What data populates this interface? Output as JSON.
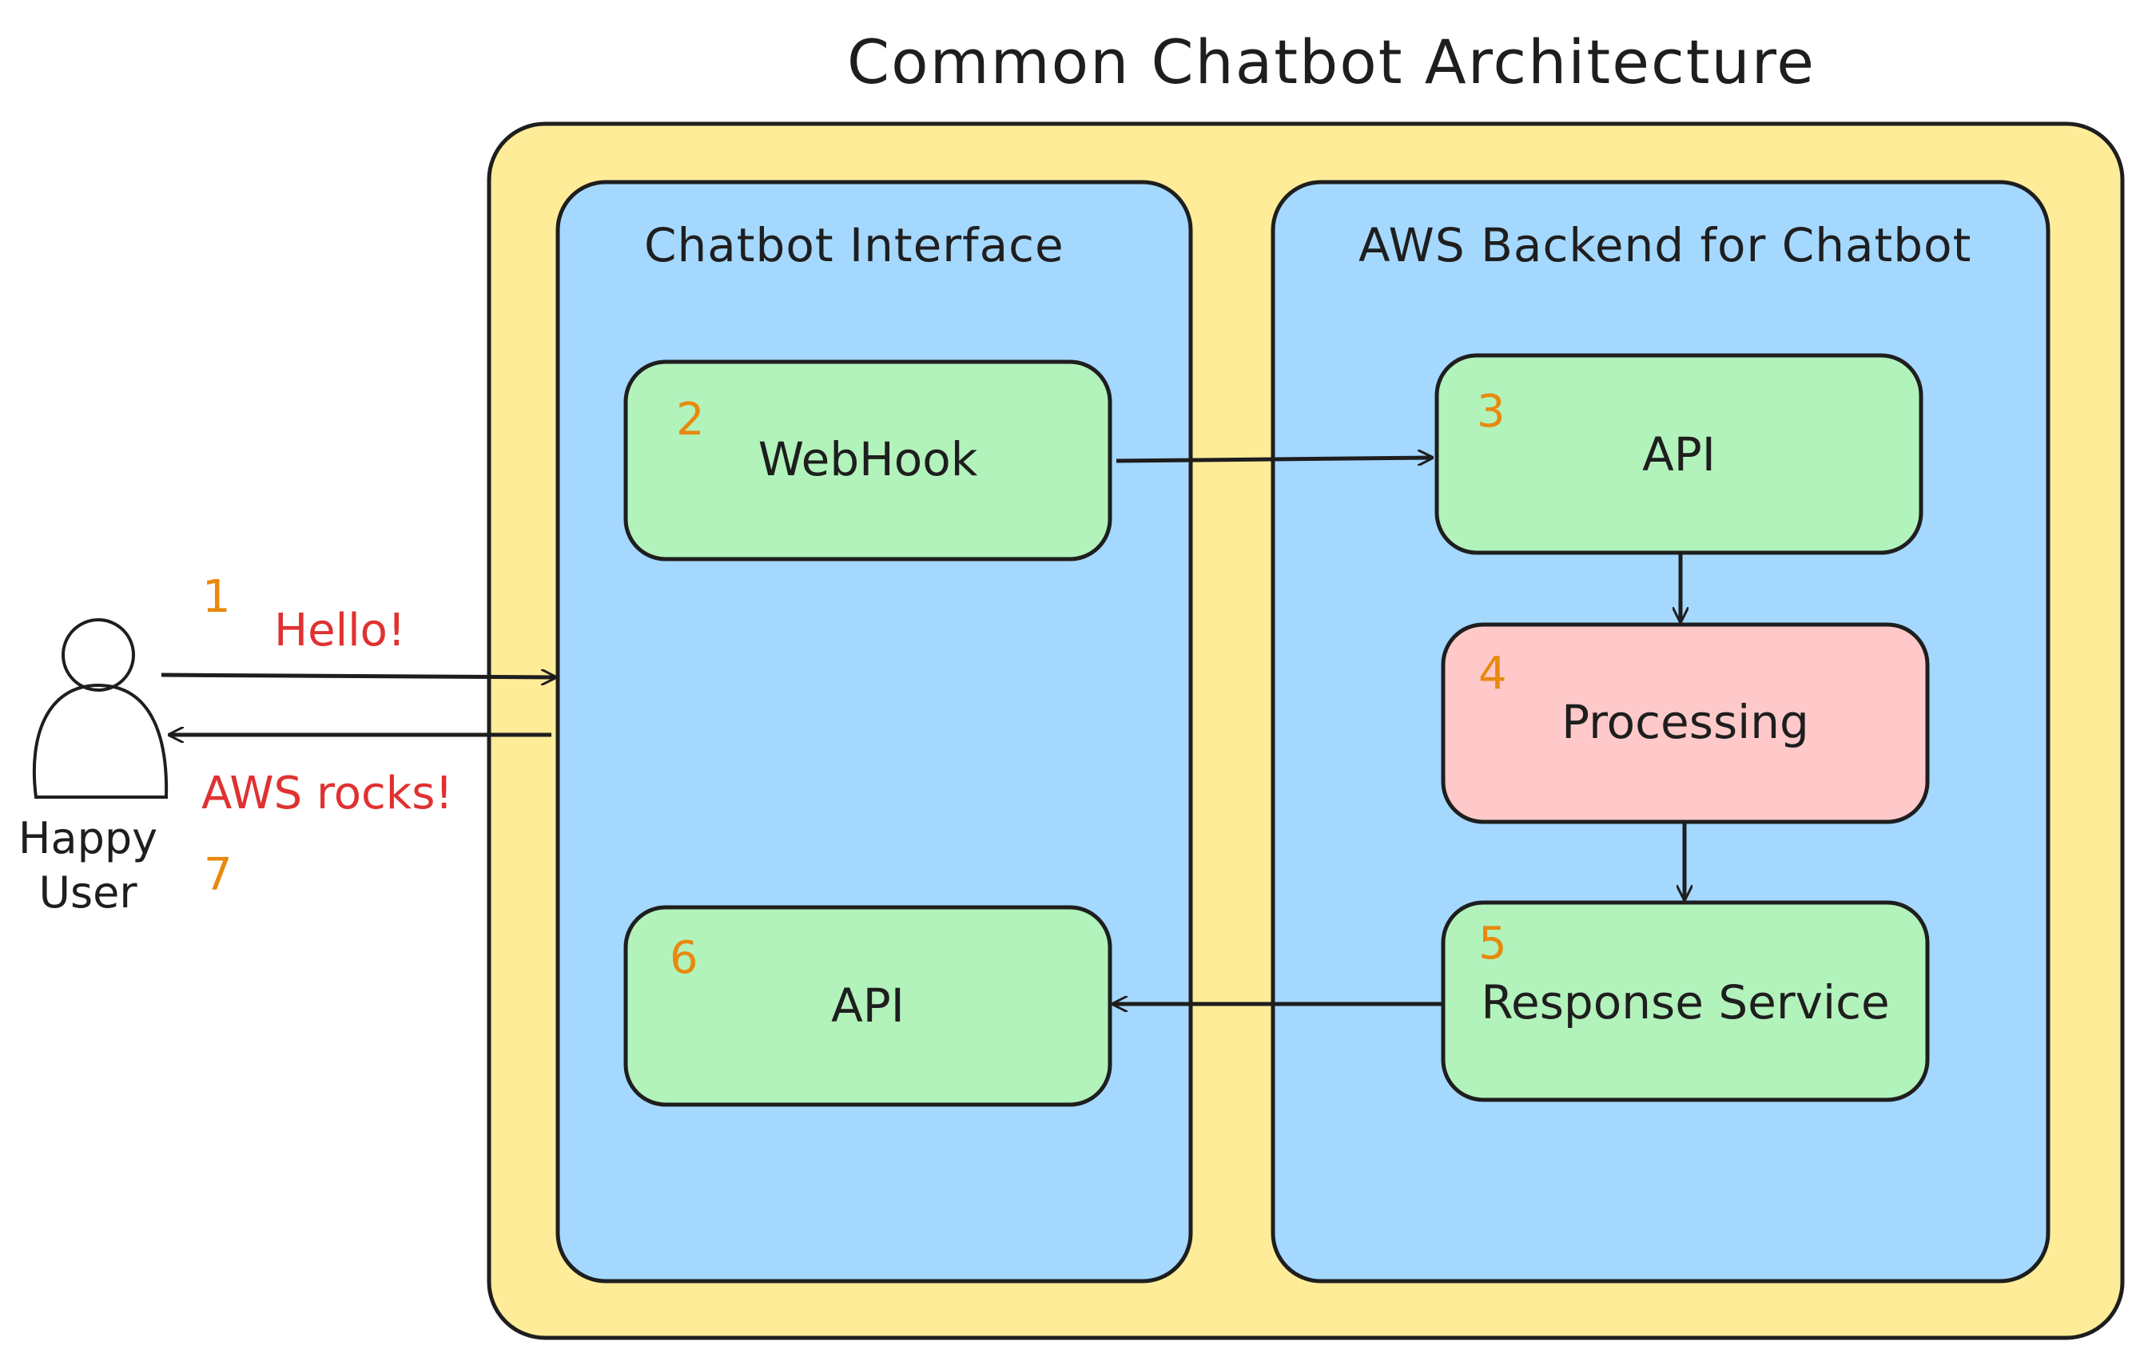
{
  "title": "Common Chatbot Architecture",
  "colors": {
    "outer_fill": "#ffec99",
    "panel_fill": "#a5d8ff",
    "node_fill": "#b2f2bb",
    "processing_fill": "#ffc9c9",
    "stroke": "#1e1e1e",
    "step_number": "#e8890c",
    "message": "#e03131"
  },
  "user": {
    "icon": "person-icon",
    "label_line1": "Happy",
    "label_line2": "User"
  },
  "messages": {
    "request": "Hello!",
    "reply": "AWS rocks!"
  },
  "panels": {
    "interface": {
      "label": "Chatbot Interface"
    },
    "backend": {
      "label": "AWS Backend for Chatbot"
    }
  },
  "nodes": {
    "webhook": {
      "step": "2",
      "label": "WebHook"
    },
    "backend_api": {
      "step": "3",
      "label": "API"
    },
    "processing": {
      "step": "4",
      "label": "Processing"
    },
    "response_service": {
      "step": "5",
      "label": "Response Service"
    },
    "interface_api": {
      "step": "6",
      "label": "API"
    }
  },
  "steps": {
    "request": "1",
    "reply": "7"
  }
}
